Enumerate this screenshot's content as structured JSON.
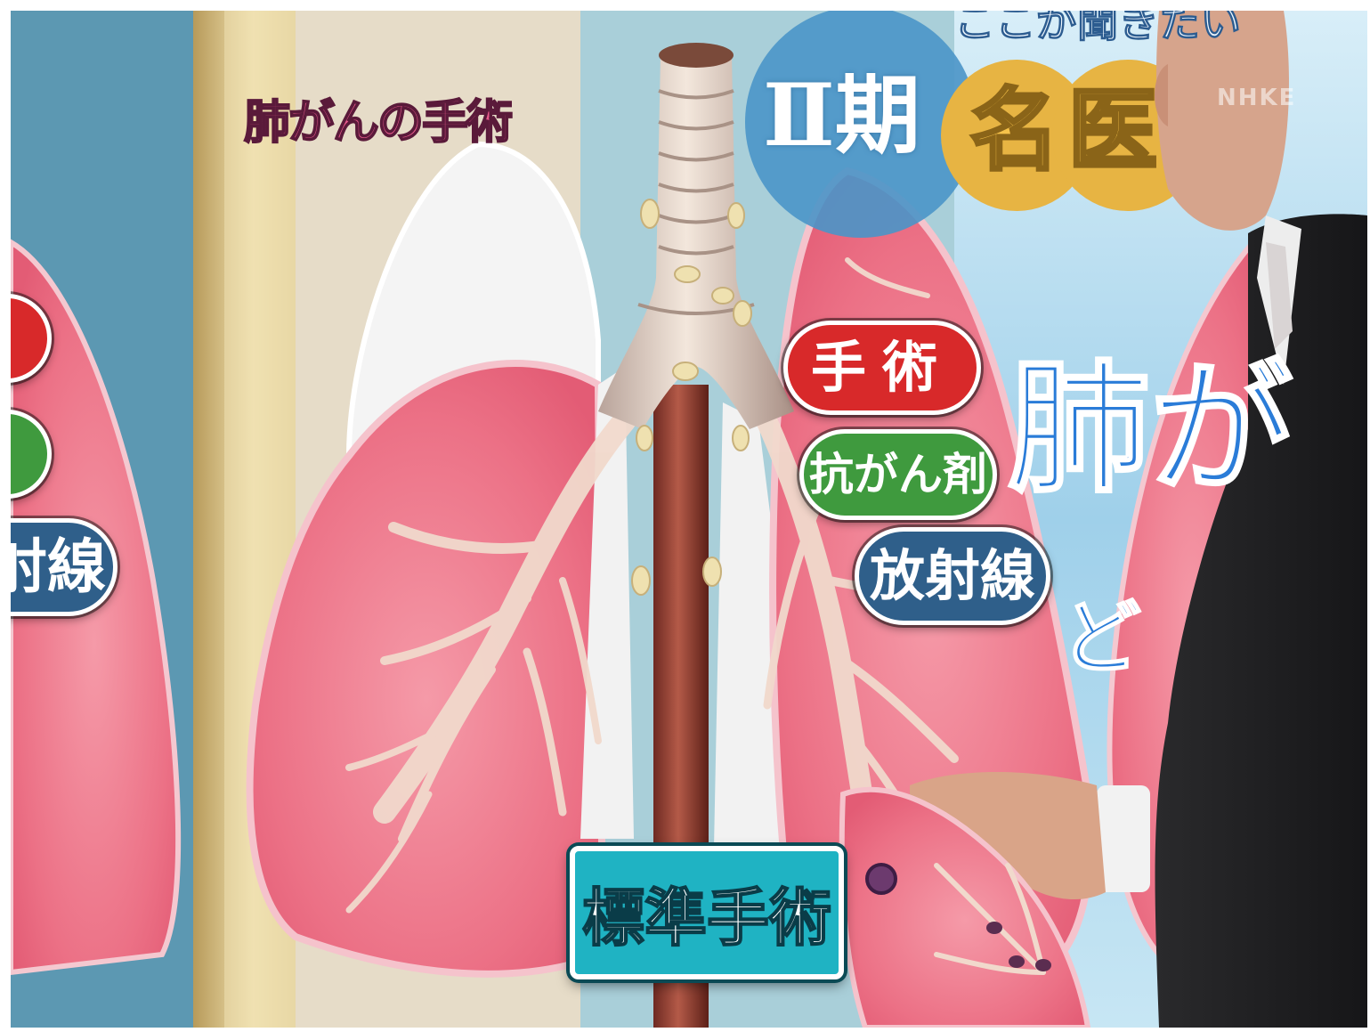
{
  "broadcast": {
    "title_caption": "肺がんの手術",
    "watermark": "NHKE"
  },
  "board": {
    "stage_label": "Ⅱ期",
    "header_text": "ここが聞きたい",
    "logo_text": "名医",
    "big_text": "肺が",
    "small_text": "ど"
  },
  "treatment_options": {
    "surgery": "手術",
    "chemotherapy": "抗がん剤",
    "radiation": "放射線",
    "radiation_cropped": "射線"
  },
  "highlight_label": "標準手術",
  "colors": {
    "surgery": "#d8292a",
    "chemotherapy": "#3f9a3e",
    "radiation": "#2f5f8a",
    "highlight": "#1fb3c3",
    "lung": "#ef7f93",
    "title_pink": "#e85a8c"
  }
}
